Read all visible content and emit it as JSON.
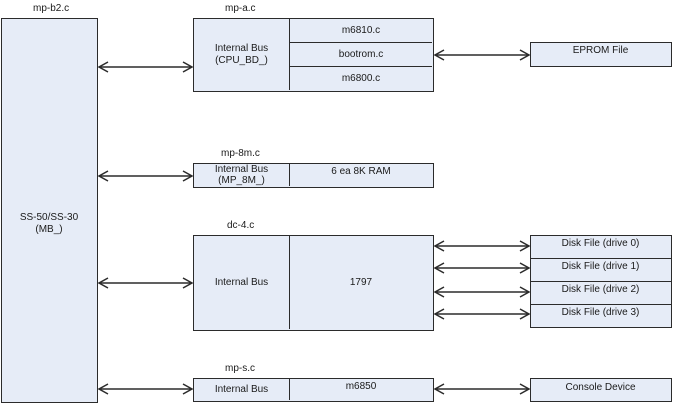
{
  "modules": {
    "mb": {
      "file": "mp-b2.c",
      "name": "SS-50/SS-30",
      "sub": "(MB_)"
    },
    "cpu": {
      "file": "mp-a.c",
      "bus": "Internal Bus",
      "bus_sub": "(CPU_BD_)",
      "parts": [
        "m6810.c",
        "bootrom.c",
        "m6800.c"
      ]
    },
    "ram": {
      "file": "mp-8m.c",
      "bus": "Internal Bus",
      "bus_sub": "(MP_8M_)",
      "part": "6 ea 8K RAM"
    },
    "disk": {
      "file": "dc-4.c",
      "bus": "Internal Bus",
      "part": "1797"
    },
    "serial": {
      "file": "mp-s.c",
      "bus": "Internal Bus",
      "part": "m6850"
    }
  },
  "externals": {
    "eprom": "EPROM File",
    "disks": [
      "Disk File (drive 0)",
      "Disk File (drive 1)",
      "Disk File (drive 2)",
      "Disk File (drive 3)"
    ],
    "console": "Console Device"
  },
  "connections": [
    {
      "from": "SS-50/SS-30",
      "to": "mp-a.c",
      "type": "bidirectional"
    },
    {
      "from": "SS-50/SS-30",
      "to": "mp-8m.c",
      "type": "bidirectional"
    },
    {
      "from": "SS-50/SS-30",
      "to": "dc-4.c",
      "type": "bidirectional"
    },
    {
      "from": "SS-50/SS-30",
      "to": "mp-s.c",
      "type": "bidirectional"
    },
    {
      "from": "bootrom.c",
      "to": "EPROM File",
      "type": "bidirectional"
    },
    {
      "from": "1797",
      "to": "Disk File (drive 0)",
      "type": "bidirectional"
    },
    {
      "from": "1797",
      "to": "Disk File (drive 1)",
      "type": "bidirectional"
    },
    {
      "from": "1797",
      "to": "Disk File (drive 2)",
      "type": "bidirectional"
    },
    {
      "from": "1797",
      "to": "Disk File (drive 3)",
      "type": "bidirectional"
    },
    {
      "from": "m6850",
      "to": "Console Device",
      "type": "bidirectional"
    }
  ]
}
